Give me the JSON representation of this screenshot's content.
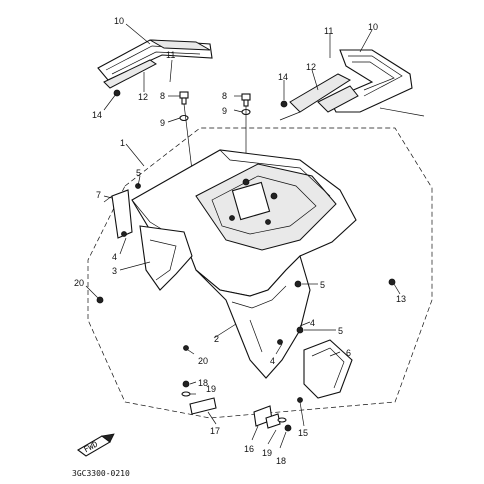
{
  "diagram": {
    "catalog_code": "3GC3300-0210",
    "fwd_badge": "FWD",
    "callouts": [
      {
        "id": "c10a",
        "text": "10"
      },
      {
        "id": "c11a",
        "text": "11"
      },
      {
        "id": "c12a",
        "text": "12"
      },
      {
        "id": "c14a",
        "text": "14"
      },
      {
        "id": "c10b",
        "text": "10"
      },
      {
        "id": "c11b",
        "text": "11"
      },
      {
        "id": "c12b",
        "text": "12"
      },
      {
        "id": "c14b",
        "text": "14"
      },
      {
        "id": "c8a",
        "text": "8"
      },
      {
        "id": "c9a",
        "text": "9"
      },
      {
        "id": "c8b",
        "text": "8"
      },
      {
        "id": "c9b",
        "text": "9"
      },
      {
        "id": "c1",
        "text": "1"
      },
      {
        "id": "c5a",
        "text": "5"
      },
      {
        "id": "c7",
        "text": "7"
      },
      {
        "id": "c4a",
        "text": "4"
      },
      {
        "id": "c3",
        "text": "3"
      },
      {
        "id": "c20a",
        "text": "20"
      },
      {
        "id": "c2",
        "text": "2"
      },
      {
        "id": "c20b",
        "text": "20"
      },
      {
        "id": "c18a",
        "text": "18"
      },
      {
        "id": "c19a",
        "text": "19"
      },
      {
        "id": "c17",
        "text": "17"
      },
      {
        "id": "c16",
        "text": "16"
      },
      {
        "id": "c19b",
        "text": "19"
      },
      {
        "id": "c18b",
        "text": "18"
      },
      {
        "id": "c15",
        "text": "15"
      },
      {
        "id": "c6",
        "text": "6"
      },
      {
        "id": "c5b",
        "text": "5"
      },
      {
        "id": "c4b",
        "text": "4"
      },
      {
        "id": "c5c",
        "text": "5"
      },
      {
        "id": "c4c",
        "text": "4"
      },
      {
        "id": "c13",
        "text": "13"
      }
    ]
  }
}
